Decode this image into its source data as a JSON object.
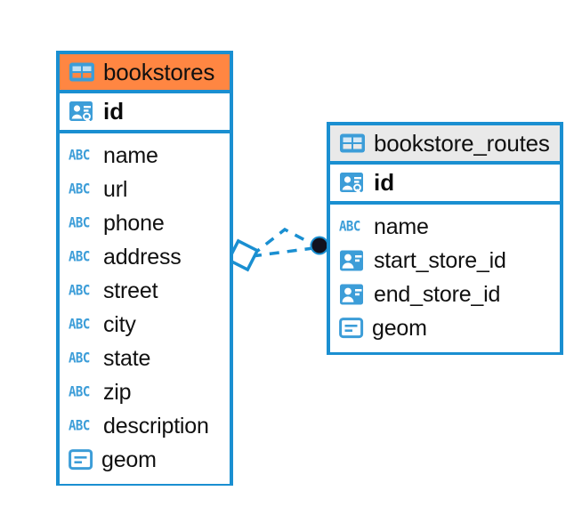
{
  "diagram": {
    "title": "bookstores / bookstore_routes entity relationship diagram",
    "background_color": "#ffffff",
    "accent_color": "#1A8FD1",
    "header_highlight_color": "#FF8642",
    "header_plain_color": "#E9E9E9",
    "icon_blue": "#3C9DD8",
    "connector_endpoint_color": "#0d0d1a"
  },
  "entities": [
    {
      "name": "bookstores",
      "header_icon": "table-icon",
      "header_style": "highlighted",
      "primary_key": {
        "label": "id",
        "icon": "primary-key-icon"
      },
      "fields": [
        {
          "label": "name",
          "icon": "abc-text-icon",
          "icon_text": "ABC"
        },
        {
          "label": "url",
          "icon": "abc-text-icon",
          "icon_text": "ABC"
        },
        {
          "label": "phone",
          "icon": "abc-text-icon",
          "icon_text": "ABC"
        },
        {
          "label": "address",
          "icon": "abc-text-icon",
          "icon_text": "ABC"
        },
        {
          "label": "street",
          "icon": "abc-text-icon",
          "icon_text": "ABC"
        },
        {
          "label": "city",
          "icon": "abc-text-icon",
          "icon_text": "ABC"
        },
        {
          "label": "state",
          "icon": "abc-text-icon",
          "icon_text": "ABC"
        },
        {
          "label": "zip",
          "icon": "abc-text-icon",
          "icon_text": "ABC"
        },
        {
          "label": "description",
          "icon": "abc-text-icon",
          "icon_text": "ABC"
        },
        {
          "label": "geom",
          "icon": "geometry-icon",
          "icon_text": ""
        }
      ]
    },
    {
      "name": "bookstore_routes",
      "header_icon": "table-icon",
      "header_style": "plain",
      "primary_key": {
        "label": "id",
        "icon": "primary-key-icon"
      },
      "fields": [
        {
          "label": "name",
          "icon": "abc-text-icon",
          "icon_text": "ABC"
        },
        {
          "label": "start_store_id",
          "icon": "foreign-key-icon",
          "icon_text": ""
        },
        {
          "label": "end_store_id",
          "icon": "foreign-key-icon",
          "icon_text": ""
        },
        {
          "label": "geom",
          "icon": "geometry-icon",
          "icon_text": ""
        }
      ]
    }
  ],
  "relationship": {
    "style": "dashed",
    "color": "#1A8FD1",
    "source_marker": "diamond-outline",
    "target_marker": "filled-circle",
    "source_entity": "bookstores",
    "target_entity": "bookstore_routes"
  }
}
